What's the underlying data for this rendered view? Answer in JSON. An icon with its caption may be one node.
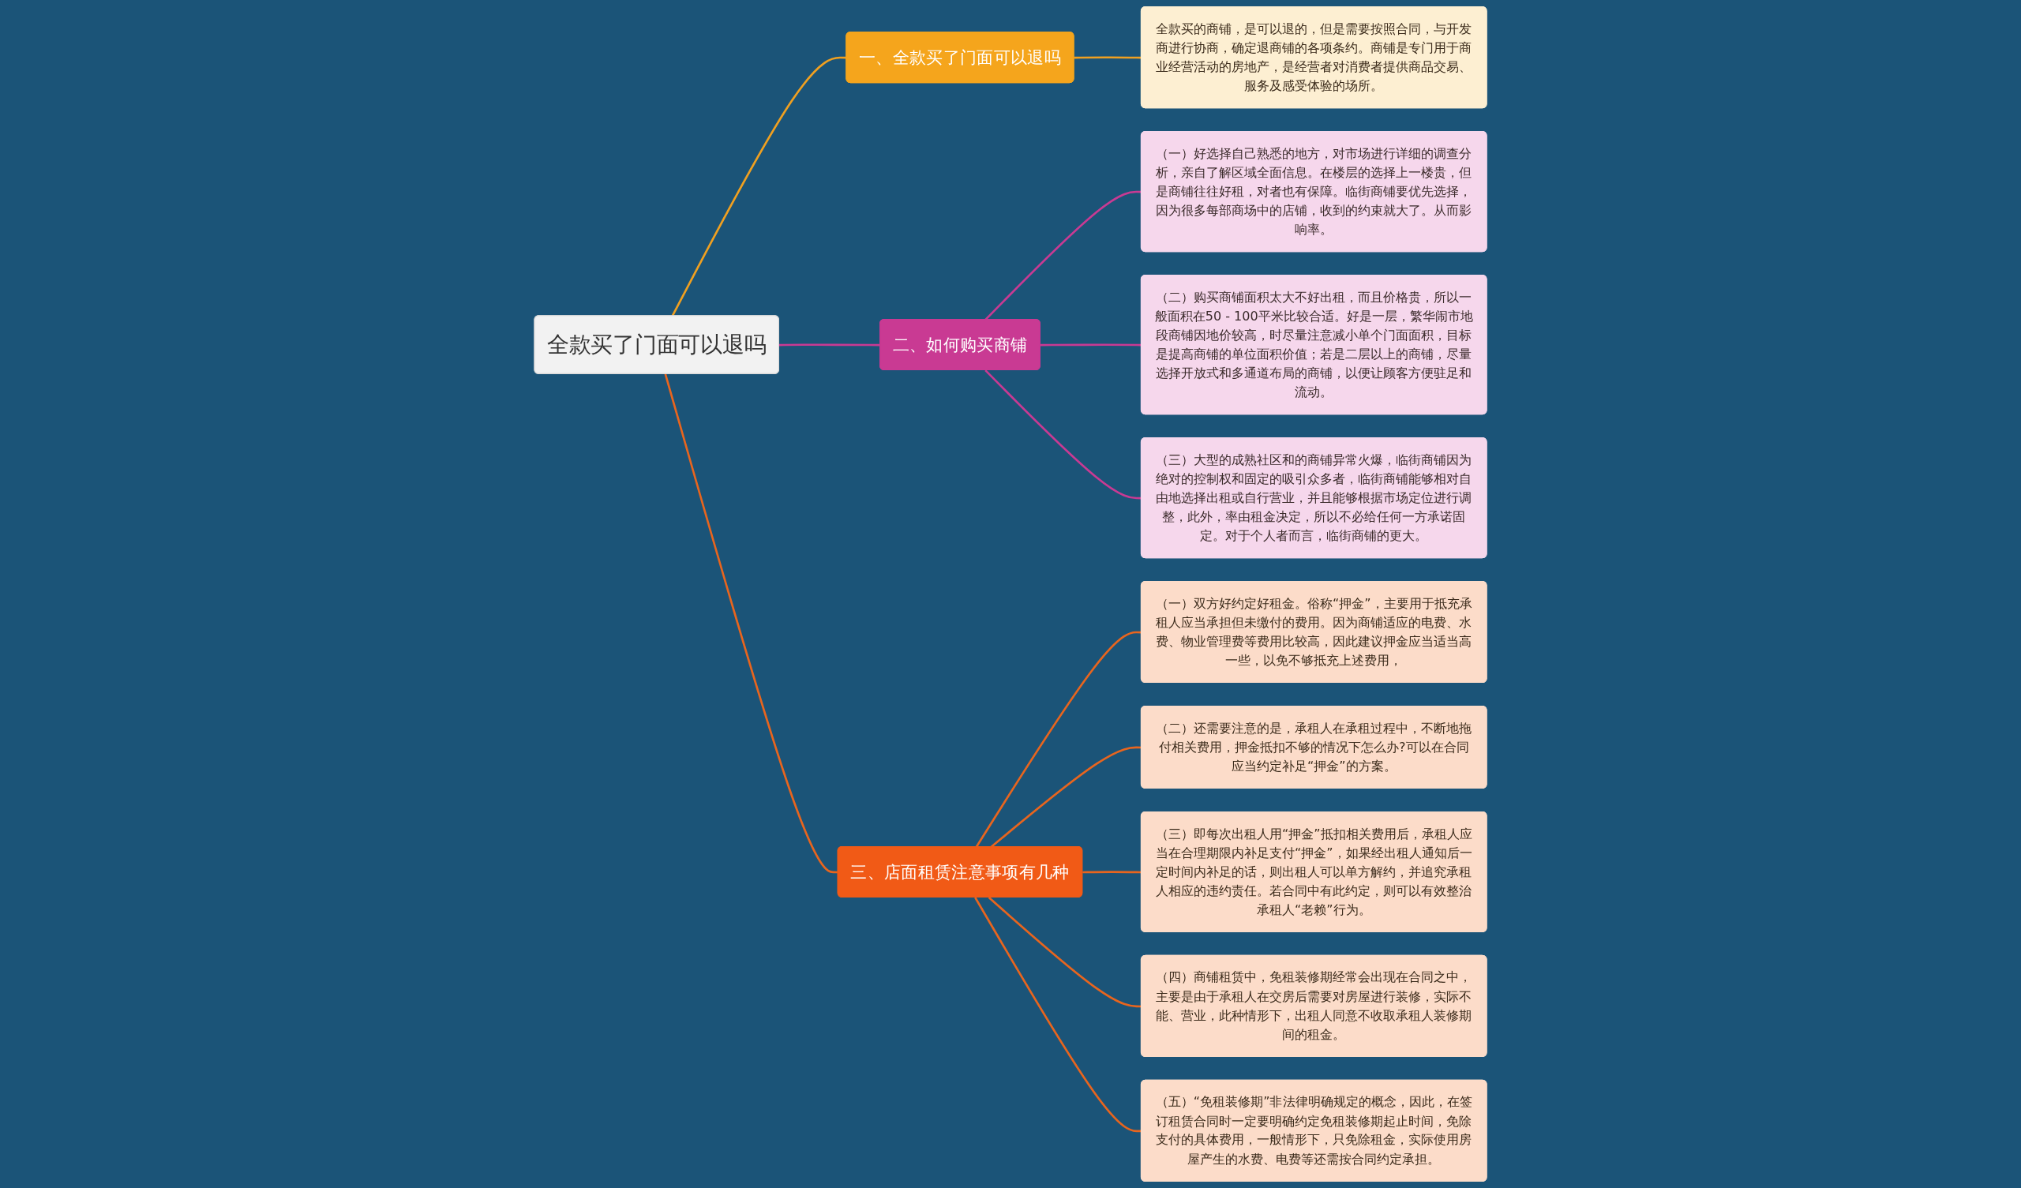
{
  "diagram": {
    "nodes": [
      {
        "text": [
          "全款买了门面可以退吗"
        ]
      },
      {
        "text": [
          "一、全款买了门面可以退吗"
        ]
      },
      {
        "text": [
          "全款买的商铺，是可以退的，但是需要按照合同，与开发商进行协商，确定退商铺的各项条约。商铺是专门用于商业经营活动的房地产，是经营者对消费者提供商品交易、服务及感受体验的场所。"
        ]
      },
      {
        "text": [
          "二、如何购买商铺"
        ]
      },
      {
        "text": [
          "（一）好选择自己熟悉的地方，对市场进行详细的调查分析，亲自了解区域全面信息。在楼层的选择上一楼贵，但是商铺往往好租，对者也有保障。临街商铺要优先选择，因为很多每部商场中的店铺，收到的约束就大了。从而影响率。"
        ]
      },
      {
        "text": [
          "（二）购买商铺面积太大不好出租，而且价格贵，所以一般面积在50 - 100平米比较合适。好是一层，繁华闹市地段商铺因地价较高，时尽量注意减小单个门面面积，目标是提高商铺的单位面积价值；若是二层以上的商铺，尽量选择开放式和多通道布局的商铺，以便让顾客方便驻足和流动。"
        ]
      },
      {
        "text": [
          "（三）大型的成熟社区和的商铺异常火爆，临街商铺因为绝对的控制权和固定的吸引众多者，临街商铺能够相对自由地选择出租或自行营业，并且能够根据市场定位进行调整，此外，率由租金决定，所以不必给任何一方承诺固定。对于个人者而言，临街商铺的更大。"
        ]
      },
      {
        "text": [
          "三、店面租赁注意事项有几种"
        ]
      },
      {
        "text": [
          "（一）双方好约定好租金。俗称“押金”，主要用于抵充承租人应当承担但未缴付的费用。因为商铺适应的电费、水费、物业管理费等费用比较高，因此建议押金应当适当高一些，以免不够抵充上述费用，"
        ]
      },
      {
        "text": [
          "（二）还需要注意的是，承租人在承租过程中，不断地拖付相关费用，押金抵扣不够的情况下怎么办?可以在合同应当约定补足“押金”的方案。"
        ]
      },
      {
        "text": [
          "（三）即每次出租人用“押金”抵扣相关费用后，承租人应当在合理期限内补足支付“押金”，如果经出租人通知后一定时间内补足的话，则出租人可以单方解约，并追究承租人相应的违约责任。若合同中有此约定，则可以有效整治承租人“老赖”行为。"
        ]
      },
      {
        "text": [
          "（四）商铺租赁中，免租装修期经常会出现在合同之中，主要是由于承租人在交房后需要对房屋进行装修，实际不能、营业，此种情形下，出租人同意不收取承租人装修期间的租金。"
        ]
      },
      {
        "text": [
          "（五）“免租装修期”非法律明确规定的概念，因此，在签订租赁合同时一定要明确约定免租装修期起止时间，免除支付的具体费用，一般情形下，只免除租金，实际使用房屋产生的水费、电费等还需按合同约定承担。"
        ]
      }
    ],
    "edges": [
      {
        "from": 0,
        "to": 1,
        "arrow": "none",
        "color": "#f0a020"
      },
      {
        "from": 1,
        "to": 2,
        "arrow": "none",
        "color": "#f0a020"
      },
      {
        "from": 0,
        "to": 3,
        "arrow": "none",
        "color": "#c93a93"
      },
      {
        "from": 3,
        "to": 4,
        "arrow": "none",
        "color": "#c93a93"
      },
      {
        "from": 3,
        "to": 5,
        "arrow": "none",
        "color": "#c93a93"
      },
      {
        "from": 3,
        "to": 6,
        "arrow": "none",
        "color": "#c93a93"
      },
      {
        "from": 0,
        "to": 7,
        "arrow": "none",
        "color": "#e8651e"
      },
      {
        "from": 7,
        "to": 8,
        "arrow": "none",
        "color": "#e8651e"
      },
      {
        "from": 7,
        "to": 9,
        "arrow": "none",
        "color": "#e8651e"
      },
      {
        "from": 7,
        "to": 10,
        "arrow": "none",
        "color": "#e8651e"
      },
      {
        "from": 7,
        "to": 11,
        "arrow": "none",
        "color": "#e8651e"
      },
      {
        "from": 7,
        "to": 12,
        "arrow": "none",
        "color": "#e8651e"
      }
    ]
  }
}
